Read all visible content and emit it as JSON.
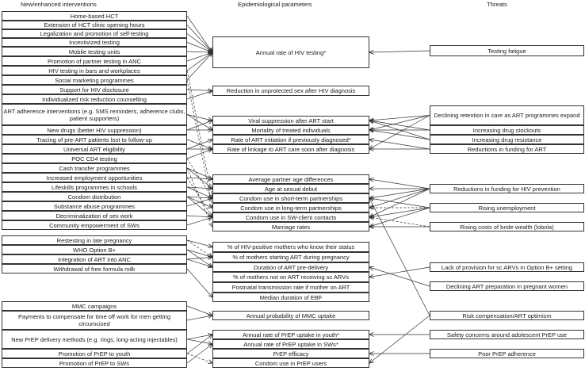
{
  "headers": {
    "interventions": "New/enhanced interventions",
    "parameters": "Epidemiological parameters",
    "threats": "Threats"
  },
  "interventions": [
    "Home-based HCT",
    "Extension of HCT clinic opening hours",
    "Legalization and promotion of self-testing",
    "Incentivized testing",
    "Mobile testing units",
    "Promotion of partner testing in ANC",
    "HIV testing in bars and workplaces",
    "Social marketing programmes",
    "Support for HIV disclosure",
    "Individualized risk reduction counselling",
    "ART adherence interventions (e.g. SMS reminders, adherence clubs, patient supporters)",
    "New drugs (better HIV suppression)",
    "Tracing of pre-ART patients lost to follow-up",
    "Universal ART eligibility",
    "POC CD4 testing",
    "Cash transfer programmes",
    "Increased employment opportunities",
    "Lifeskills programmes in schools",
    "Condom distribution",
    "Substance abuse programmes",
    "Decriminalization of sex work",
    "Community empowerment of SWs",
    "Restesting in late pregnancy",
    "WHO Option B+",
    "Integration of ART into ANC",
    "Withdrawal of free formula milk",
    "MMC campaigns",
    "Payments to compensate for time off work for men getting circumcised",
    "New PrEP delivery methods (e.g. rings, long-acting injectables)",
    "Promotion of PrEP to youth",
    "Promotion of PrEP to SWs"
  ],
  "parameters": [
    "Annual rate of HIV testing*",
    "Reduction in unprotected sex after HIV diagnosis",
    "Viral suppression after ART start",
    "Mortality of treated individuals",
    "Rate of ART initiation if previously diagnosed*",
    "Rate of linkage to ART care soon after diagnosis",
    "Average partner age differences",
    "Age at sexual debut",
    "Condom use in short-term partnerships",
    "Condom use in long-term partnerships",
    "Condom use in SW-client contacts",
    "Marriage rates",
    "% of HIV-positive mothers who know their status",
    "% of mothers starting ART during pregnancy",
    "Duration of ART pre-delivery",
    "% of mothers not on ART receiving sc ARVs",
    "Postnatal transmission rate if mother on ART",
    "Median duration of EBF",
    "Annual probability of MMC uptake",
    "Annual rate of PrEP uptake in youth*",
    "Annual rate of PrEP uptake in SWs*",
    "PrEP efficacy",
    "Condom use in PrEP users"
  ],
  "threats": [
    "Testing fatigue",
    "Declining retention in care as ART programmes expand",
    "Increasing drug stockouts",
    "Increasing drug resistance",
    "Reductions in funding for ART",
    "Reductions in funding for HIV prevention",
    "Rising unemployment",
    "Rising costs of bride wealth (lobola)",
    "Lack of provision for sc ARVs in Option B+ setting",
    "Declining ART preparation in pregnant women",
    "Risk compensation/ART optimism",
    "Safety concerns around adolescent PrEP use",
    "Poor PrEP adherence"
  ]
}
